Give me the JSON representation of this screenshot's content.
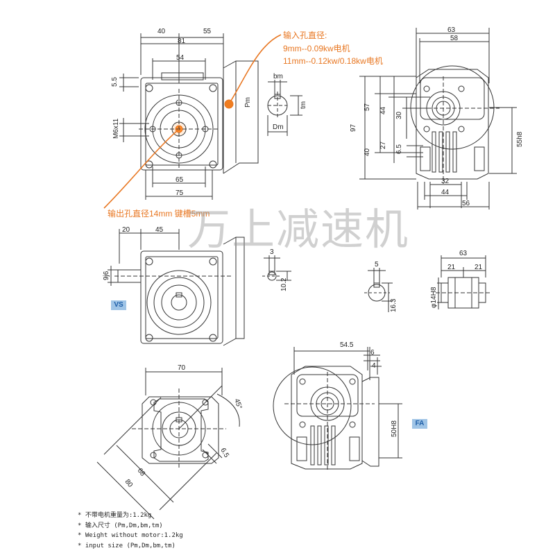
{
  "annotations": {
    "input_title": "输入孔直径:",
    "input_line1": "9mm--0.09kw电机",
    "input_line2": "11mm--0.12kw/0.18kw电机",
    "output_label": "输出孔直径14mm 键槽5mm"
  },
  "watermark": "万上减速机",
  "badges": {
    "vs": "VS",
    "fa": "FA"
  },
  "footnotes": [
    "* 不带电机重量为:1.2kg",
    "* 输入尺寸 (Pm,Dm,bm,tm)",
    "* Weight without motor:1.2kg",
    "* input size (Pm,Dm,bm,tm)"
  ],
  "dimensions": {
    "front_top": [
      "40",
      "55",
      "81",
      "54"
    ],
    "front_side": [
      "5.5",
      "M6x11"
    ],
    "front_bottom": [
      "65",
      "75"
    ],
    "input_detail": [
      "bm",
      "tm",
      "Dm",
      "Pm"
    ],
    "side_top": [
      "63",
      "58"
    ],
    "side_left": [
      "97",
      "57",
      "44",
      "30",
      "40",
      "27",
      "6.5"
    ],
    "side_right": [
      "55h8"
    ],
    "side_bottom": [
      "32",
      "44",
      "56"
    ],
    "vs_top": [
      "20",
      "45"
    ],
    "vs_left": [
      "9j6"
    ],
    "key_detail": [
      "3",
      "10.2"
    ],
    "hole_detail": [
      "5",
      "16.3"
    ],
    "shaft_detail": [
      "63",
      "21",
      "21",
      "φ14H8"
    ],
    "flange_detail": [
      "70",
      "45°",
      "68",
      "80",
      "6.5"
    ],
    "fa_detail": [
      "54.5",
      "6",
      "4",
      "50H8"
    ]
  },
  "colors": {
    "annotation": "#e87722",
    "badge_bg": "#9fc4e6",
    "badge_text": "#1f5fa8",
    "line": "#333333"
  }
}
